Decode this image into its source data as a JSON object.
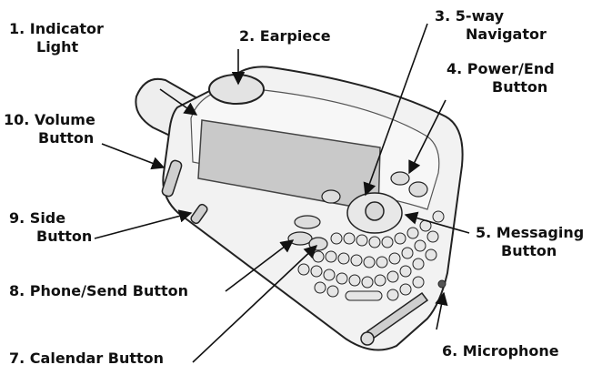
{
  "callouts": [
    {
      "id": "c1",
      "number": "1.",
      "lines": [
        "Indicator",
        "Light"
      ]
    },
    {
      "id": "c2",
      "number": "2.",
      "lines": [
        "Earpiece"
      ]
    },
    {
      "id": "c3",
      "number": "3.",
      "lines": [
        "5-way",
        "Navigator"
      ]
    },
    {
      "id": "c4",
      "number": "4.",
      "lines": [
        "Power/End",
        "Button"
      ]
    },
    {
      "id": "c5",
      "number": "5.",
      "lines": [
        "Messaging",
        "Button"
      ]
    },
    {
      "id": "c6",
      "number": "6.",
      "lines": [
        "Microphone"
      ]
    },
    {
      "id": "c7",
      "number": "7.",
      "lines": [
        "Calendar Button"
      ]
    },
    {
      "id": "c8",
      "number": "8.",
      "lines": [
        "Phone/Send Button"
      ]
    },
    {
      "id": "c9",
      "number": "9.",
      "lines": [
        "Side",
        "Button"
      ]
    },
    {
      "id": "c10",
      "number": "10.",
      "lines": [
        "Volume",
        "Button"
      ]
    }
  ],
  "colors": {
    "text": "#111111",
    "device_body": "#f2f2f2",
    "device_outline": "#222222",
    "screen": "#c9c9c9",
    "keys": "#e6e6e6"
  },
  "icons": [
    "device-illustration",
    "arrow-pointer"
  ]
}
